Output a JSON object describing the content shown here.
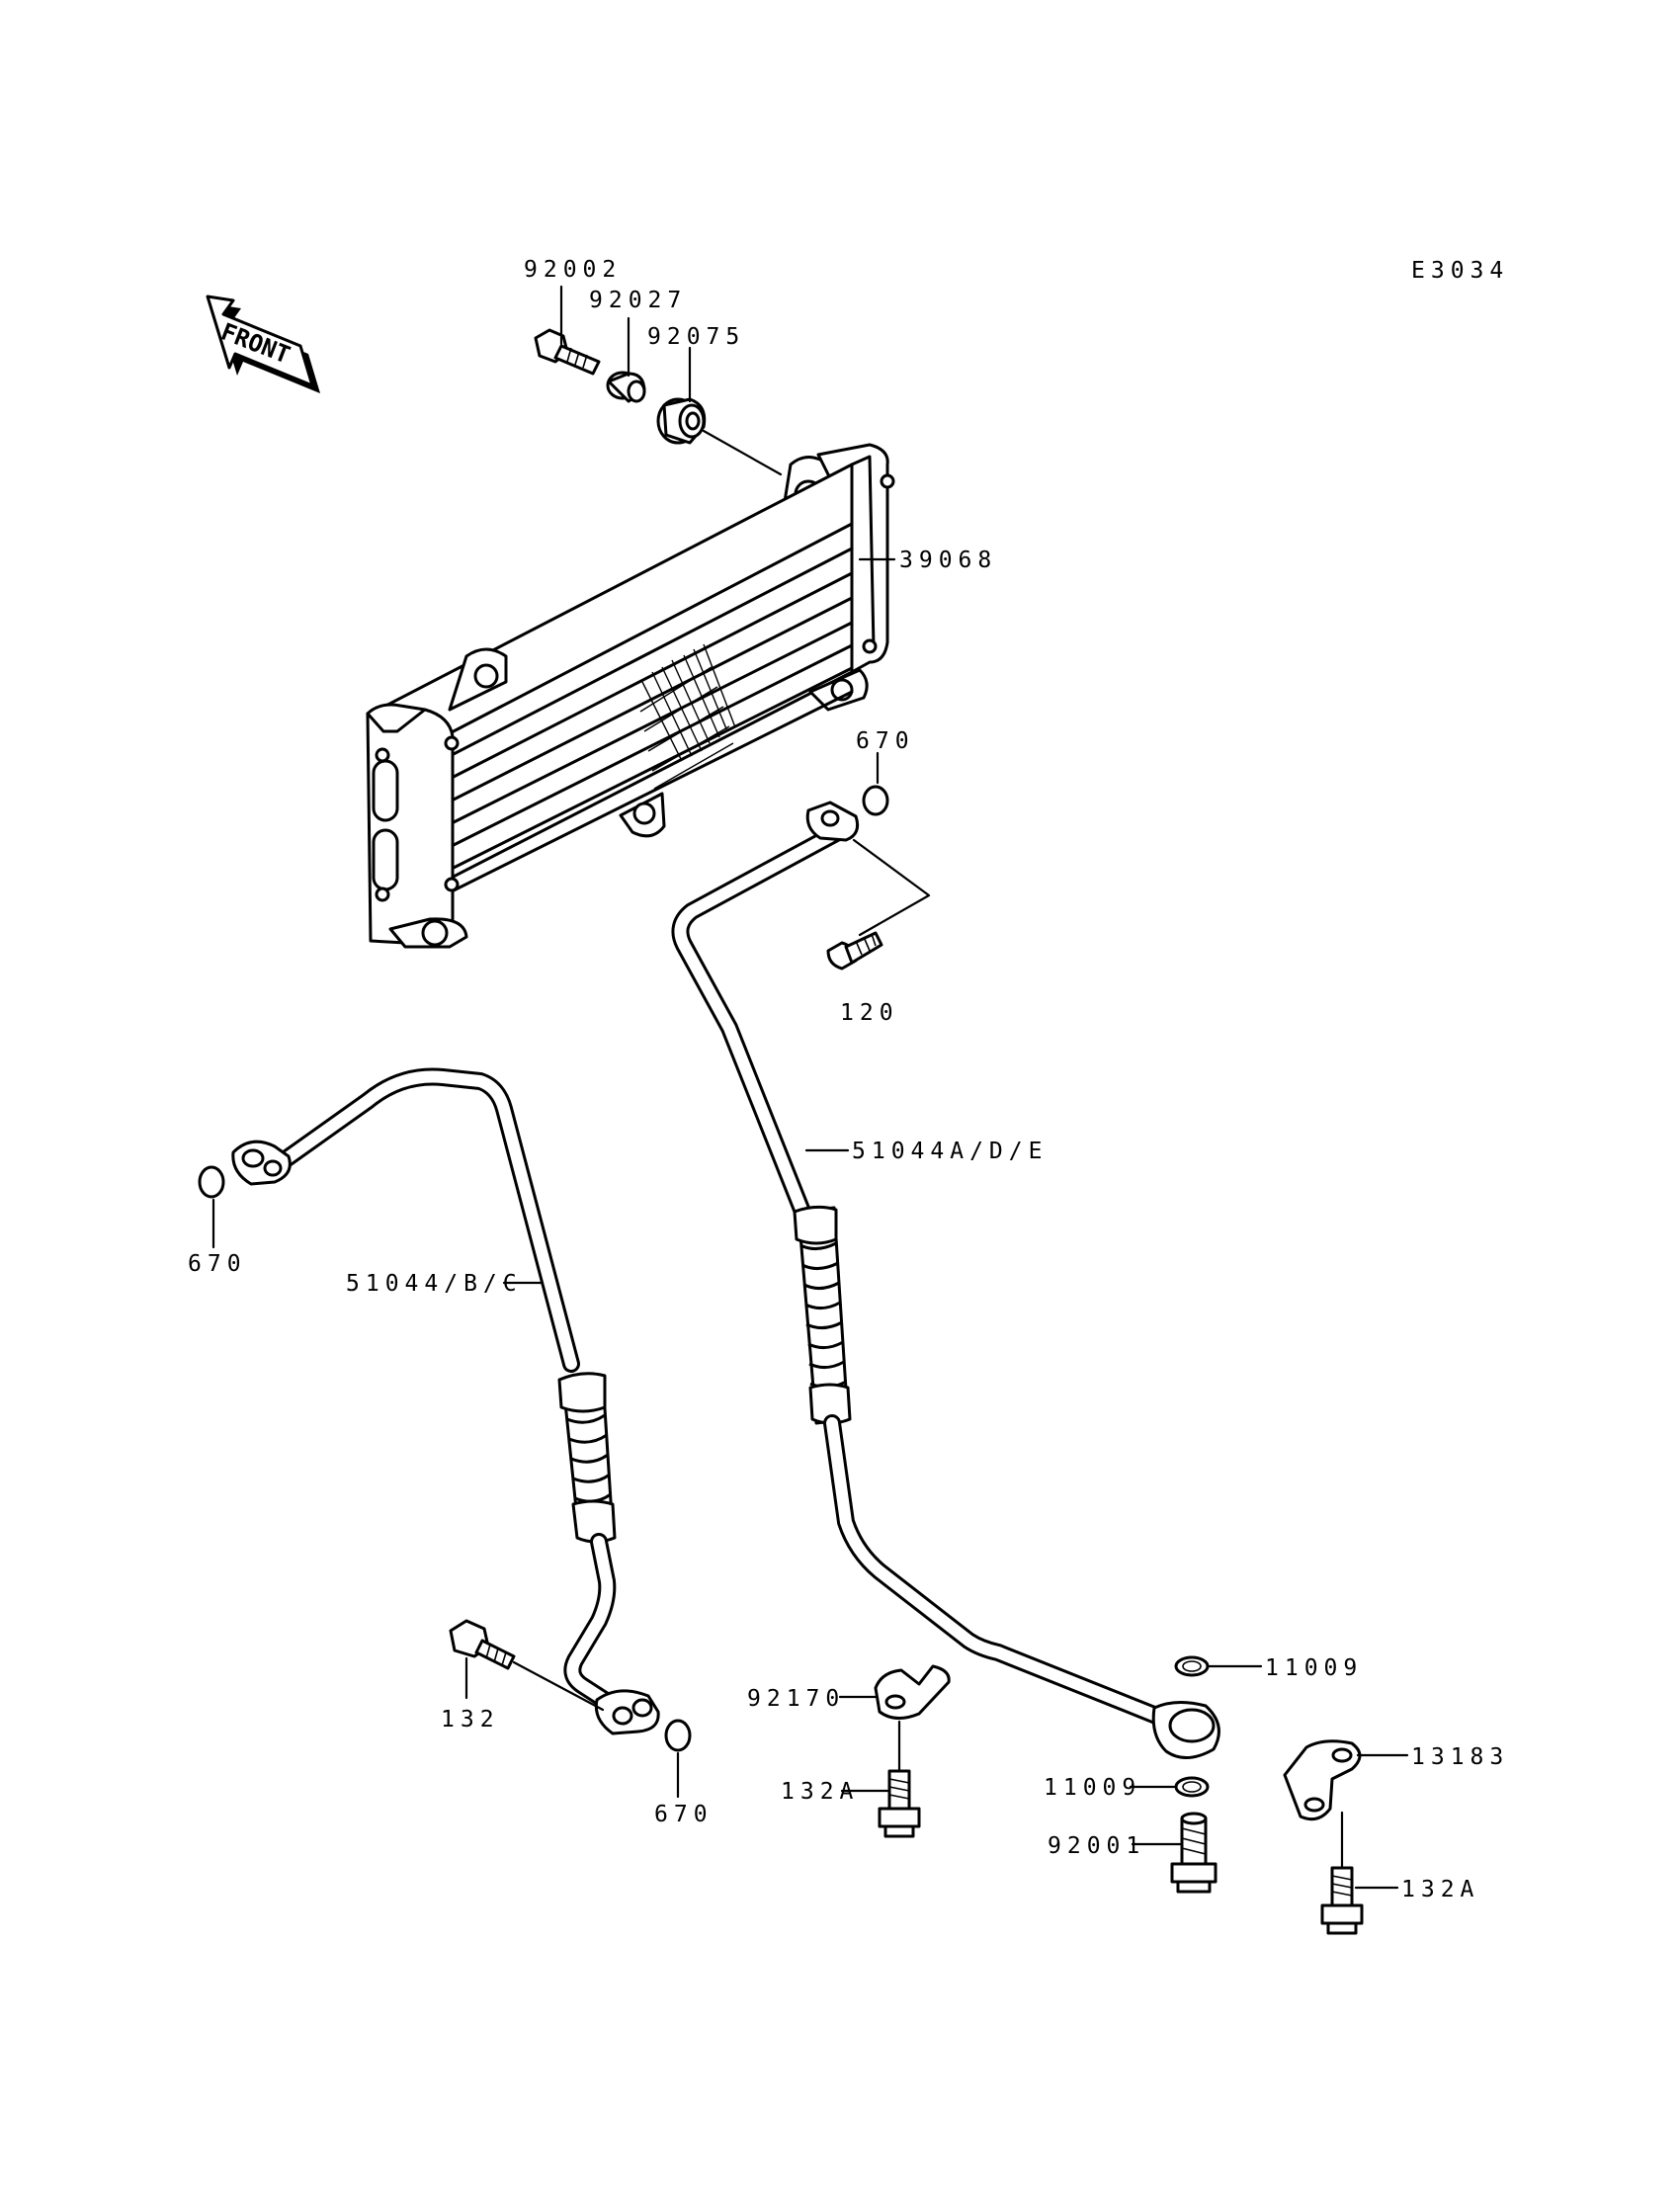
{
  "diagram_code": "E3034",
  "front_arrow": {
    "label": "FRONT"
  },
  "callouts": {
    "c92002": "92002",
    "c92027": "92027",
    "c92075": "92075",
    "c39068": "39068",
    "c670_top": "670",
    "c120": "120",
    "c51044ade": "51044A/D/E",
    "c670_left": "670",
    "c51044bc": "51044/B/C",
    "c132": "132",
    "c670_bottom": "670",
    "c92170": "92170",
    "c132a_left": "132A",
    "c11009_top": "11009",
    "c11009_bottom": "11009",
    "c92001": "92001",
    "c13183": "13183",
    "c132a_right": "132A"
  }
}
